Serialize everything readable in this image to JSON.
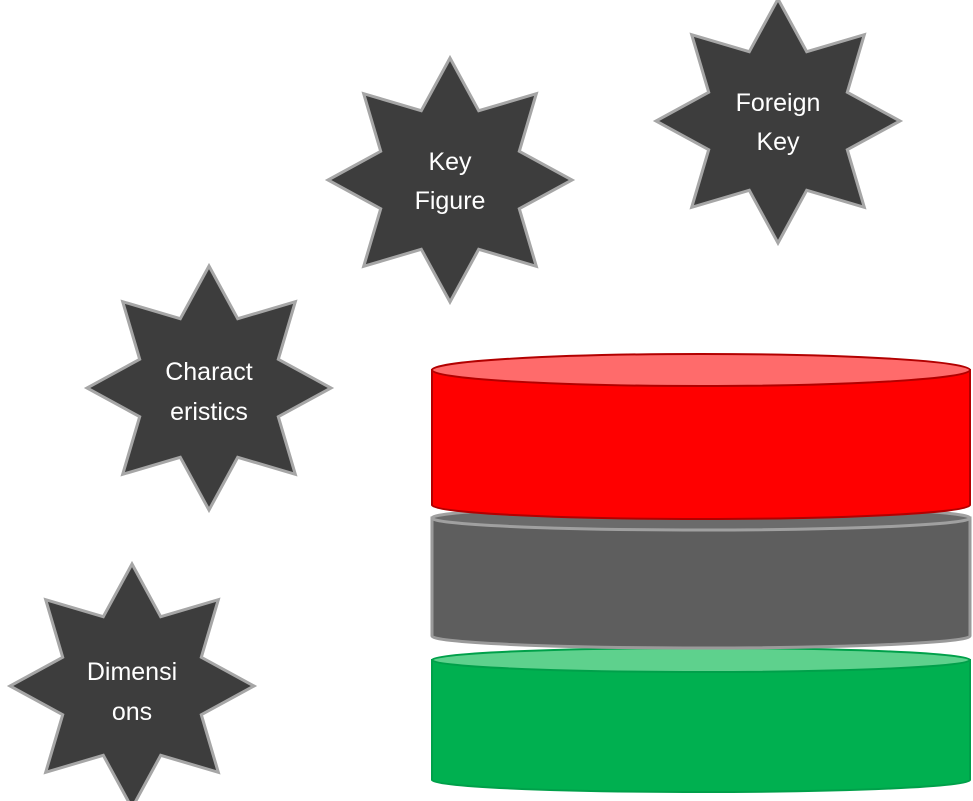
{
  "stars": [
    {
      "id": "foreign-key",
      "lines": [
        "Foreign",
        "Key"
      ]
    },
    {
      "id": "key-figure",
      "lines": [
        "Key",
        "Figure"
      ]
    },
    {
      "id": "characteristics",
      "lines": [
        "Charact",
        "eristics"
      ]
    },
    {
      "id": "dimensions",
      "lines": [
        "Dimensi",
        "ons"
      ]
    }
  ],
  "colors": {
    "star_fill": "#3d3d3d",
    "star_stroke": "#a6a6a6",
    "text": "#ffffff",
    "disk_top_red": "#ff0000",
    "disk_top_red_lid": "#ff6b6b",
    "disk_middle_gray": "#5e5e5e",
    "disk_bottom_green": "#00b050",
    "disk_bottom_green_lid": "#5ed18d"
  }
}
